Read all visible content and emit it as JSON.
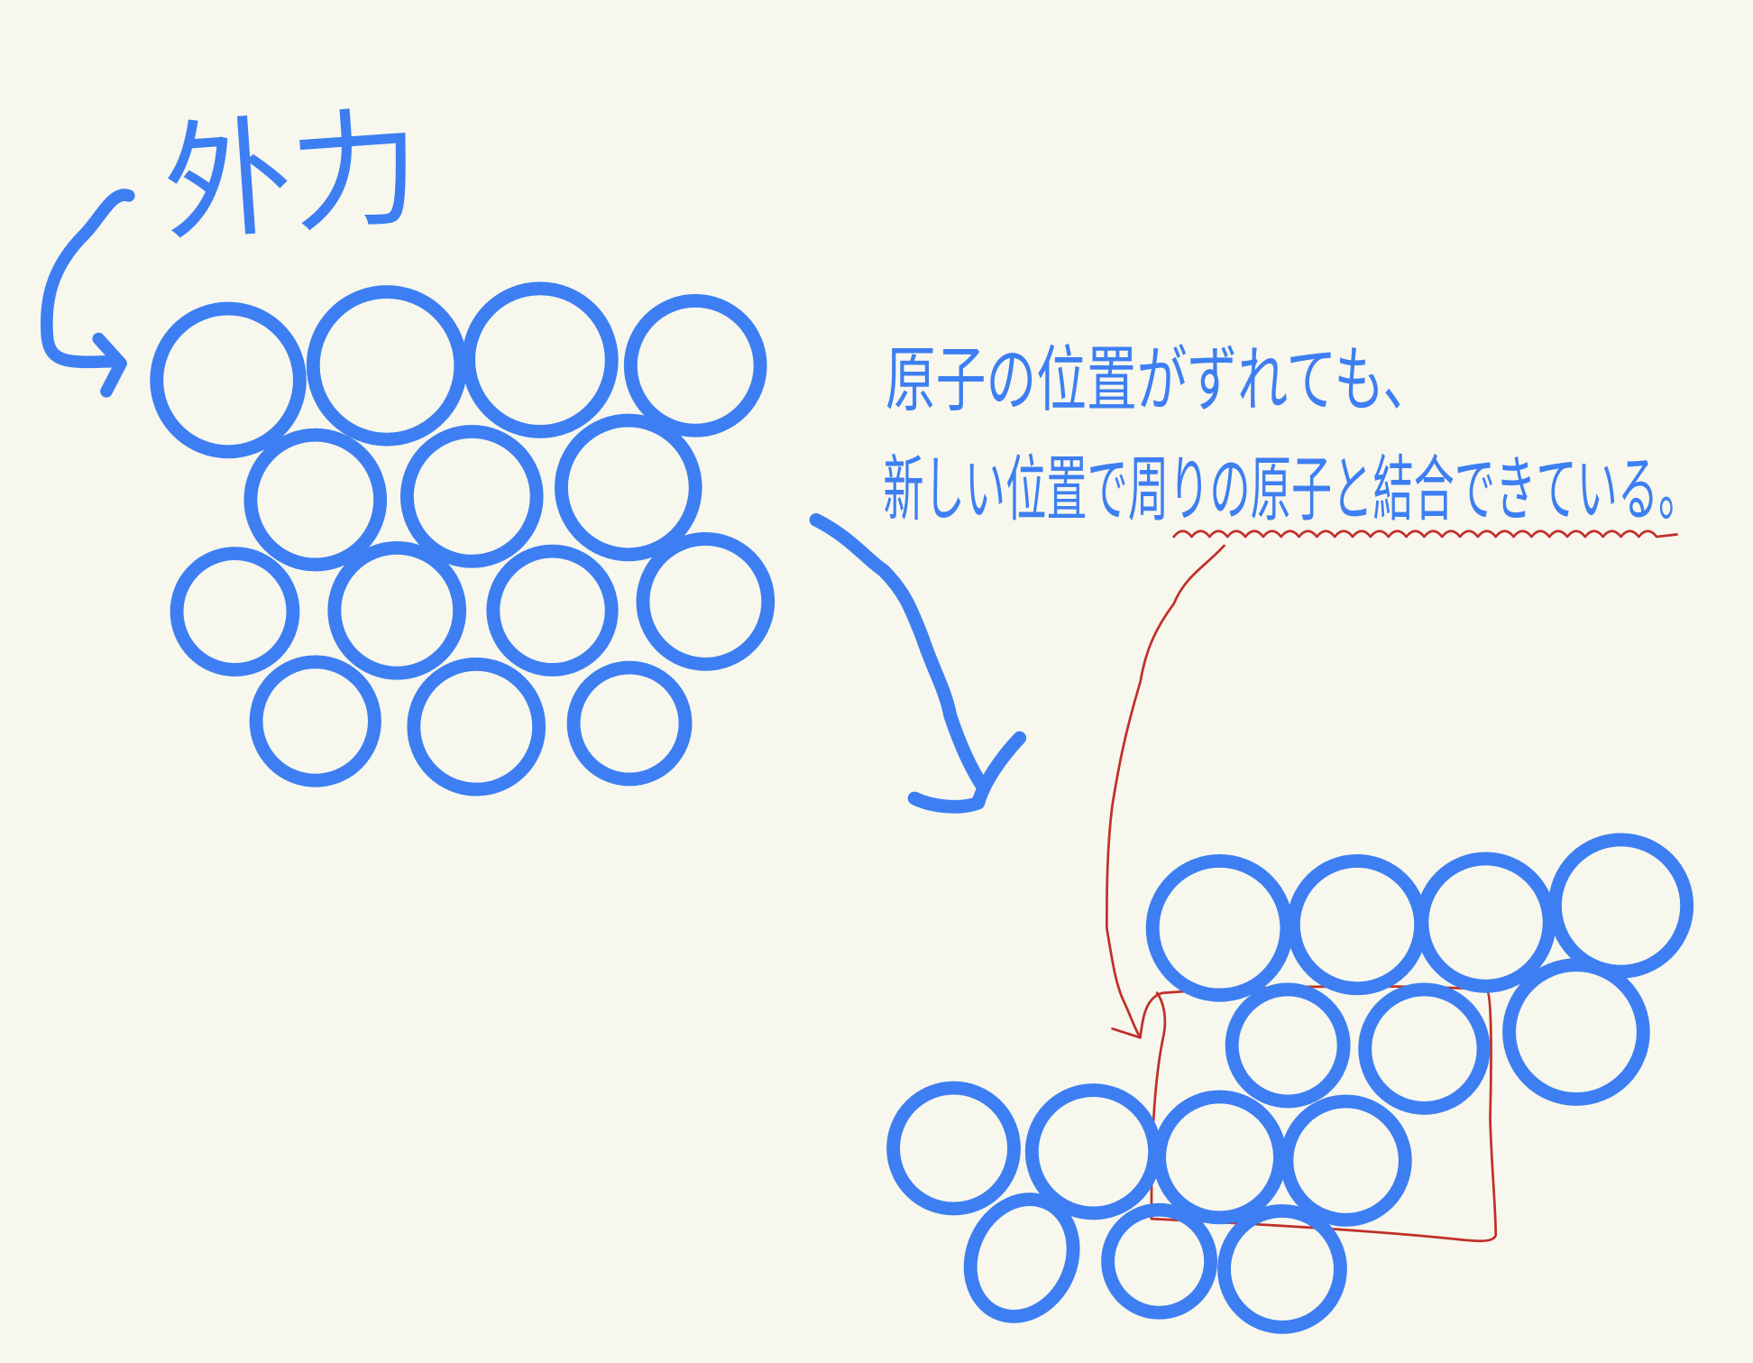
{
  "label_force": "外力",
  "note_line1": "原子の位置がずれても、",
  "note_line2": "新しい位置で周りの原子と結合できている。",
  "colors": {
    "background": "#f8f7ed",
    "atoms": "#3d7ff2",
    "annotation": "#c0302a"
  }
}
